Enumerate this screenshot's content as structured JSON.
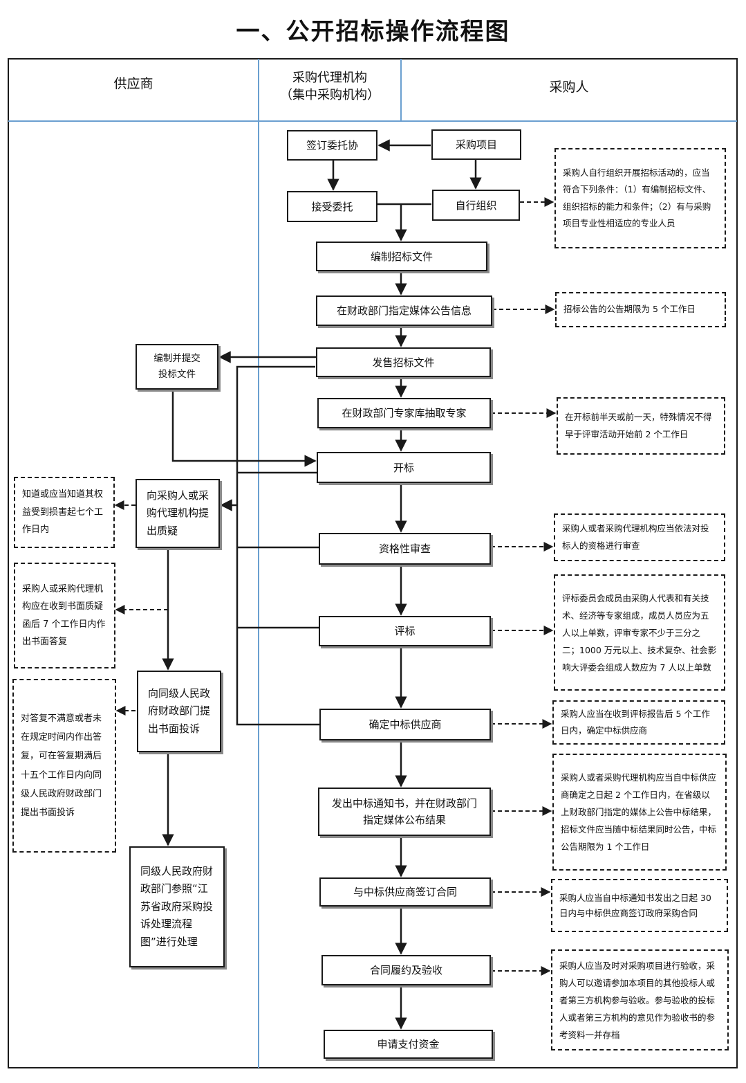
{
  "title": "一、公开招标操作流程图",
  "lanes": {
    "supplier": "供应商",
    "agency_line1": "采购代理机构",
    "agency_line2": "（集中采购机构）",
    "purchaser": "采购人"
  },
  "main": {
    "sign_entrust": "签订委托协",
    "purchase_project": "采购项目",
    "accept_entrust": "接受委托",
    "self_organize": "自行组织",
    "compile_docs": "编制招标文件",
    "announce": "在财政部门指定媒体公告信息",
    "sell_docs": "发售招标文件",
    "draw_experts": "在财政部门专家库抽取专家",
    "open_bid": "开标",
    "qualification": "资格性审查",
    "evaluate": "评标",
    "determine_winner": "确定中标供应商",
    "notice": "发出中标通知书，并在财政部门指定媒体公布结果",
    "sign_contract": "与中标供应商签订合同",
    "acceptance": "合同履约及验收",
    "payment": "申请支付资金"
  },
  "supplier_side": {
    "prepare_bid": "编制并提交投标文件",
    "raise_query": "向采购人或采购代理机构提出质疑",
    "complaint": "向同级人民政府财政部门提出书面投诉",
    "handling": "同级人民政府财政部门参照“江苏省政府采购投诉处理流程图”进行处理"
  },
  "notes": {
    "self_org_conditions": "采购人自行组织开展招标活动的，应当符合下列条件：（1）有编制招标文件、组织招标的能力和条件；（2）有与采购项目专业性相适应的专业人员",
    "announce_period": "招标公告的公告期限为 5 个工作日",
    "expert_timing": "在开标前半天或前一天，特殊情况不得早于评审活动开始前 2 个工作日",
    "query_deadline": "知道或应当知道其权益受到损害起七个工作日内",
    "reply_deadline": "采购人或采购代理机构应在收到书面质疑函后 7 个工作日内作出书面答复",
    "complaint_deadline": "对答复不满意或者未在规定时间内作出答复，可在答复期满后十五个工作日内向同级人民政府财政部门提出书面投诉",
    "qualification_note": "采购人或者采购代理机构应当依法对投标人的资格进行审查",
    "committee_note": "评标委员会成员由采购人代表和有关技术、经济等专家组成，成员人员应为五人以上单数，评审专家不少于三分之二；1000 万元以上、技术复杂、社会影响大评委会组成人数应为 7 人以上单数",
    "winner_deadline": "采购人应当在收到评标报告后 5 个工作日内，确定中标供应商",
    "publish_note": "采购人或者采购代理机构应当自中标供应商确定之日起 2 个工作日内，在省级以上财政部门指定的媒体上公告中标结果，招标文件应当随中标结果同时公告，中标公告期限为 1 个工作日",
    "contract_note": "采购人应当自中标通知书发出之日起 30 日内与中标供应商签订政府采购合同",
    "acceptance_note": "采购人应当及时对采购项目进行验收，采购人可以邀请参加本项目的其他投标人或者第三方机构参与验收。参与验收的投标人或者第三方机构的意见作为验收书的参考资料一并存档"
  }
}
